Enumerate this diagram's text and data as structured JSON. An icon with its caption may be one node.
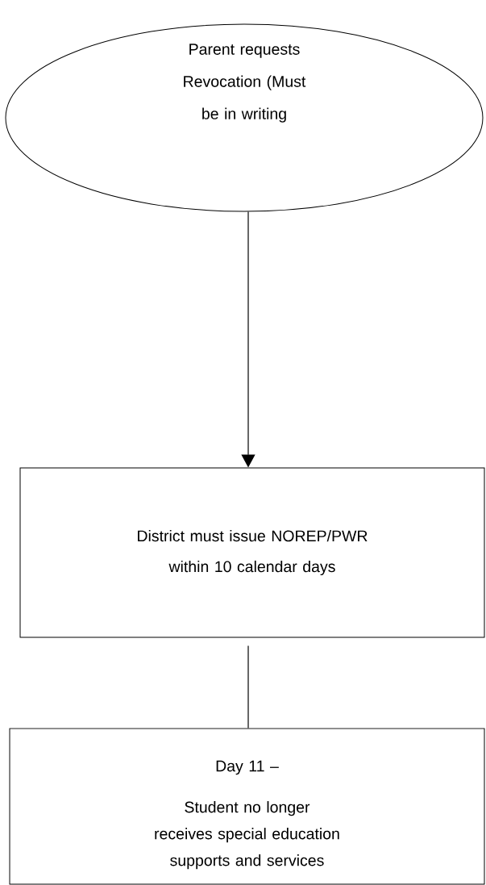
{
  "diagram": {
    "nodes": [
      {
        "text": [
          "Parent requests Revocation (Must be in writing"
        ]
      },
      {
        "text": [
          "District must issue NOREP/PWR within 10 calendar days"
        ]
      },
      {
        "text": [
          "Day 11 –",
          "Student no longer receives special education supports and services"
        ]
      }
    ],
    "edges": [
      {
        "from": 0,
        "to": 1,
        "arrow": "to"
      },
      {
        "from": 1,
        "to": 2,
        "arrow": "none"
      }
    ]
  }
}
